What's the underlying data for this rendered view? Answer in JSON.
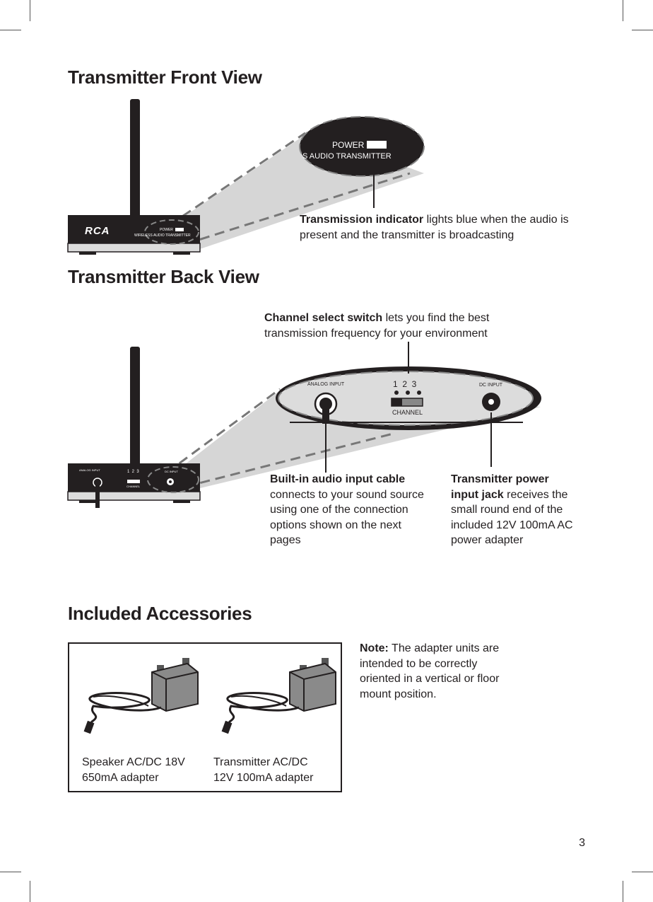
{
  "front_view": {
    "heading": "Transmitter Front View",
    "brand_logo": "RCA",
    "panel_power_label": "POWER",
    "panel_product_label": "WIRELESS AUDIO TRANSMITTER",
    "zoom_power_label": "POWER",
    "zoom_product_label": "S AUDIO TRANSMITTER",
    "callout_bold": "Transmission indicator",
    "callout_text": " lights blue when the audio is present and the transmitter is broadcasting"
  },
  "back_view": {
    "heading": "Transmitter Back View",
    "panel_analog_label": "ANALOG INPUT",
    "panel_dc_label": "DC INPUT",
    "panel_channel_numbers": "1  2  3",
    "panel_channel_label": "CHANNEL",
    "zoom_analog_label": "ANALOG INPUT",
    "zoom_dc_label": "DC INPUT",
    "zoom_channel_numbers": "1  2  3",
    "zoom_channel_label": "CHANNEL",
    "channel_callout_bold": "Channel select switch",
    "channel_callout_text": " lets you find the best transmission frequency for your environment",
    "audio_callout_bold": "Built-in audio input cable",
    "audio_callout_text": " connects to your sound source using one of the connection options shown on the next pages",
    "power_callout_bold_1": "Transmitter power",
    "power_callout_bold_2": "input jack",
    "power_callout_text": " receives the small round end of the included 12V 100mA AC power adapter"
  },
  "accessories": {
    "heading": "Included Accessories",
    "speaker_adapter_line1": "Speaker AC/DC 18V",
    "speaker_adapter_line2": "650mA adapter",
    "transmitter_adapter_line1": "Transmitter AC/DC",
    "transmitter_adapter_line2": "12V 100mA adapter",
    "note_bold": "Note:",
    "note_text": " The adapter units are intended to be correctly oriented in a vertical or floor mount position."
  },
  "page_number": "3"
}
